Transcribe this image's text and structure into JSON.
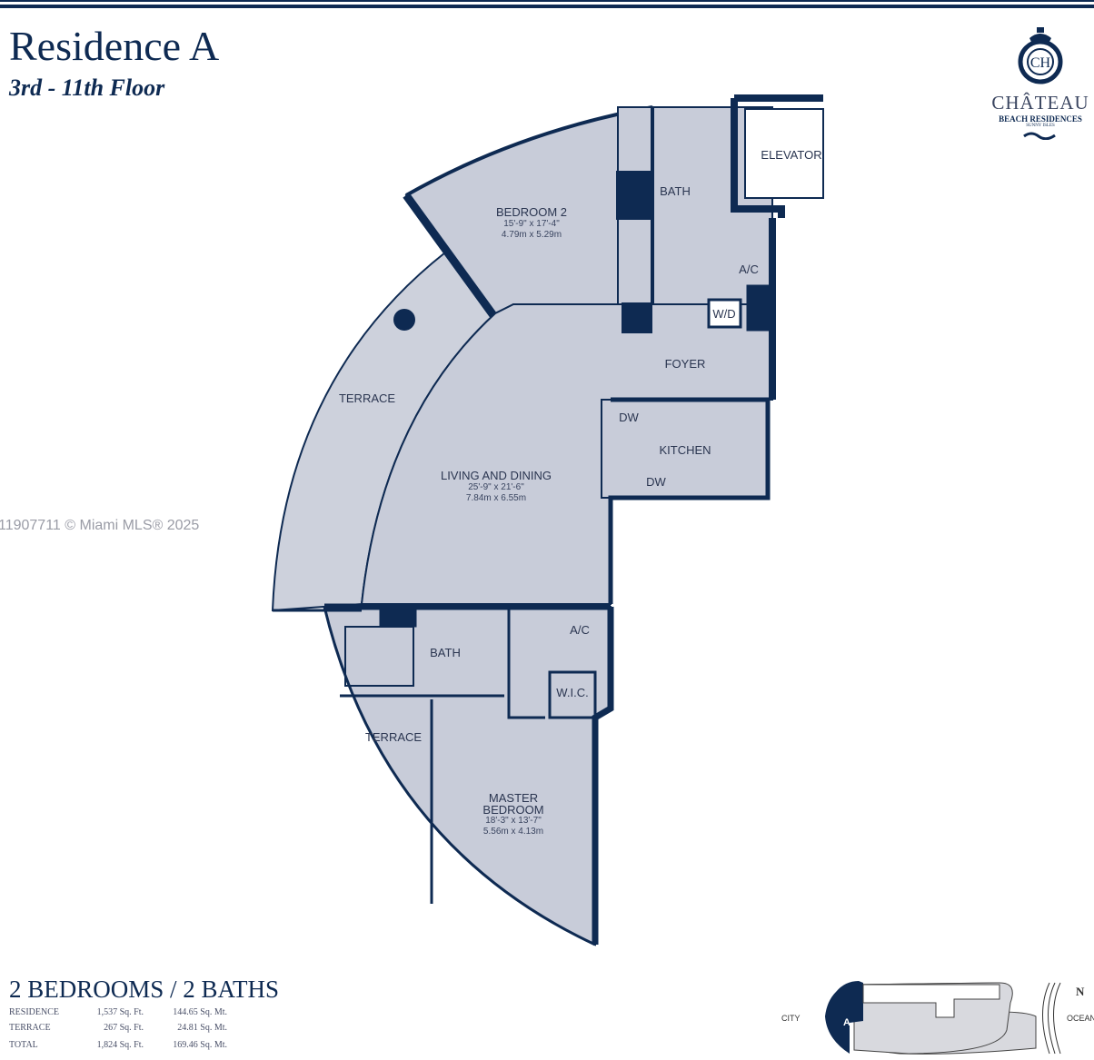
{
  "header": {
    "title": "Residence A",
    "floors": "3rd - 11th Floor"
  },
  "logo": {
    "monogram": "CH",
    "name": "CHÂTEAU",
    "subtitle": "BEACH RESIDENCES",
    "location": "SUNNY ISLES"
  },
  "rooms": {
    "bedroom2": {
      "name": "BEDROOM 2",
      "dim_ft": "15'-9\" x 17'-4\"",
      "dim_m": "4.79m x 5.29m"
    },
    "living": {
      "name": "LIVING AND DINING",
      "dim_ft": "25'-9\" x 21'-6\"",
      "dim_m": "7.84m x 6.55m"
    },
    "master": {
      "name": "MASTER BEDROOM",
      "dim_ft": "18'-3\" x 13'-7\"",
      "dim_m": "5.56m x 4.13m"
    },
    "bath_upper": "BATH",
    "bath_lower": "BATH",
    "elevator": "ELEVATOR",
    "ac_upper": "A/C",
    "ac_lower": "A/C",
    "wd": "W/D",
    "foyer": "FOYER",
    "kitchen": "KITCHEN",
    "dw1": "DW",
    "dw2": "DW",
    "terrace_upper": "TERRACE",
    "terrace_lower": "TERRACE",
    "wic": "W.I.C."
  },
  "watermark": "11907711 © Miami MLS® 2025",
  "summary": {
    "heading": "2 BEDROOMS / 2 BATHS",
    "areas": [
      {
        "label": "RESIDENCE",
        "sqft": "1,537 Sq. Ft.",
        "sqm": "144.65 Sq. Mt."
      },
      {
        "label": "TERRACE",
        "sqft": "267 Sq. Ft.",
        "sqm": "24.81 Sq. Mt."
      },
      {
        "label": "TOTAL",
        "sqft": "1,824 Sq. Ft.",
        "sqm": "169.46 Sq. Mt."
      }
    ]
  },
  "keyplan": {
    "unit": "A",
    "west": "CITY",
    "east": "OCEAN",
    "north": "N"
  },
  "colors": {
    "wall": "#0e2a52",
    "floor": "#c8ccd9",
    "terrace": "#cdd1dc"
  }
}
